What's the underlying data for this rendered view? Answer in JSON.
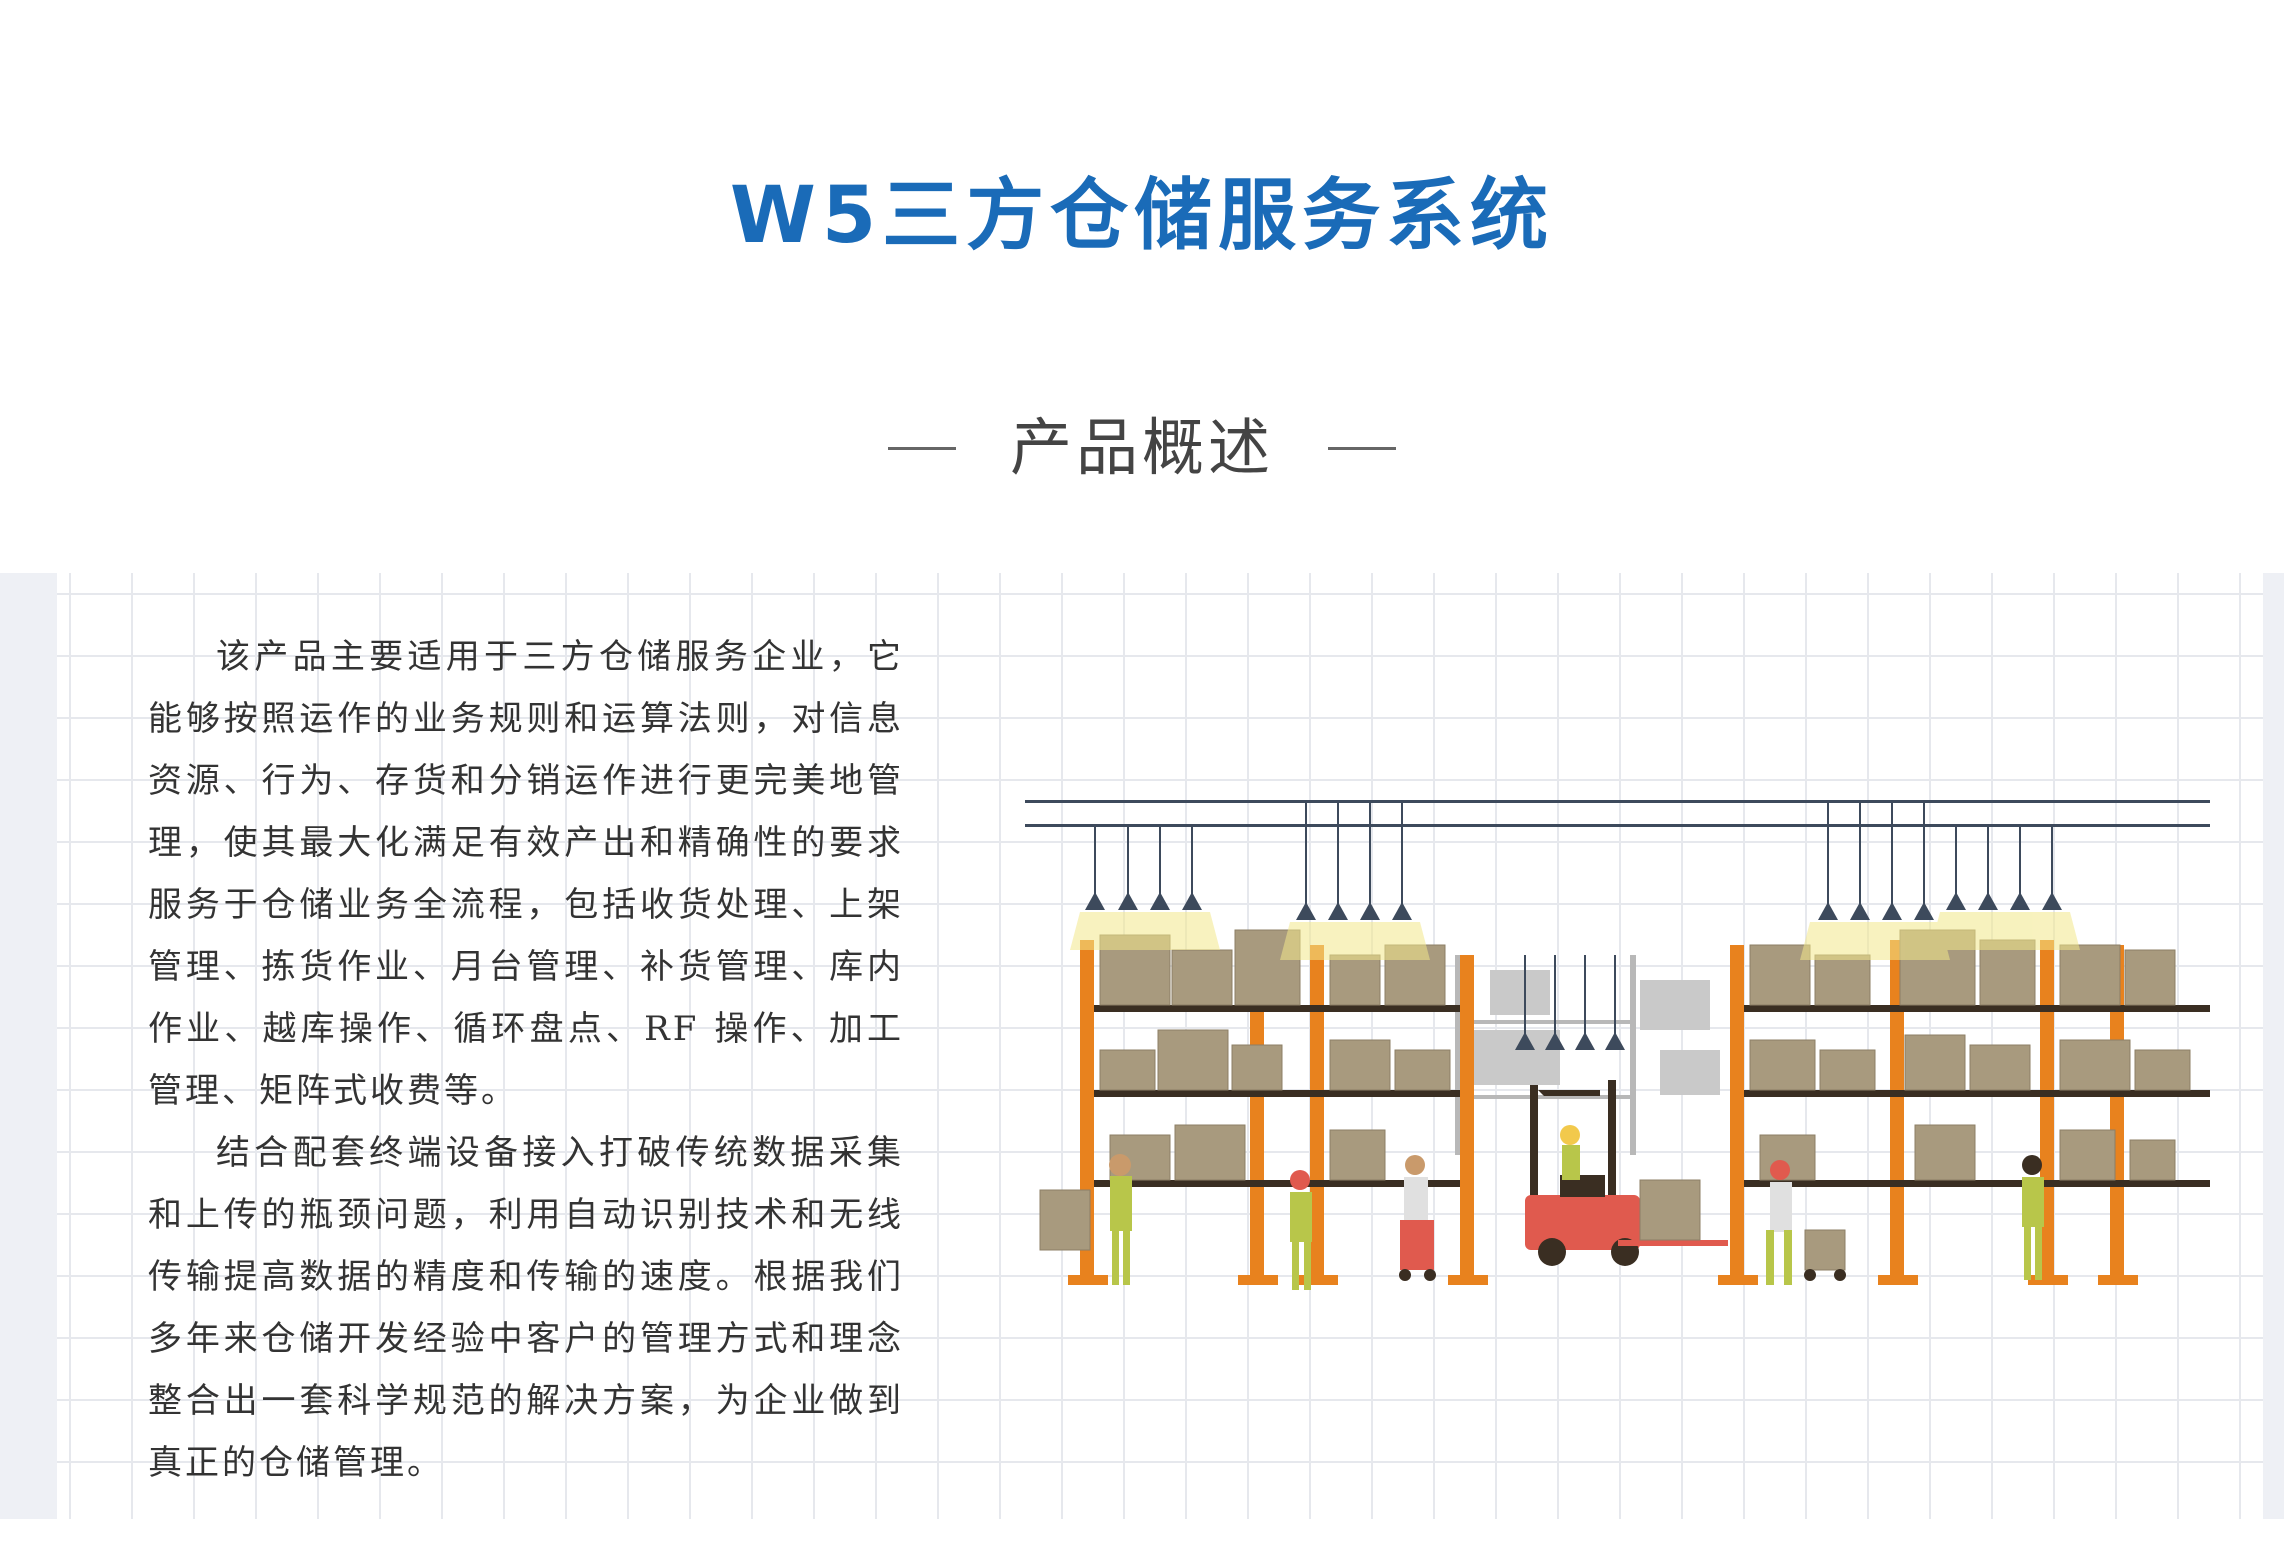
{
  "title": "W5三方仓储服务系统",
  "section": {
    "heading": "产品概述"
  },
  "description": {
    "paragraphs": [
      "该产品主要适用于三方仓储服务企业，它能够按照运作的业务规则和运算法则，对信息资源、行为、存货和分销运作进行更完美地管理，使其最大化满足有效产出和精确性的要求服务于仓储业务全流程，包括收货处理、上架管理、拣货作业、月台管理、补货管理、库内作业、越库操作、循环盘点、RF 操作、加工管理、矩阵式收费等。",
      "结合配套终端设备接入打破传统数据采集和上传的瓶颈问题，利用自动识别技术和无线传输提高数据的精度和传输的速度。根据我们多年来仓储开发经验中客户的管理方式和理念整合出一套科学规范的解决方案，为企业做到真正的仓储管理。"
    ]
  },
  "colors": {
    "title": "#1a6bb8",
    "shelf": "#e8821e",
    "box": "#a89a7e",
    "forklift": "#e05a4e",
    "rail": "#3d4a5c"
  },
  "illustration": {
    "icon": "warehouse-illustration-icon"
  }
}
